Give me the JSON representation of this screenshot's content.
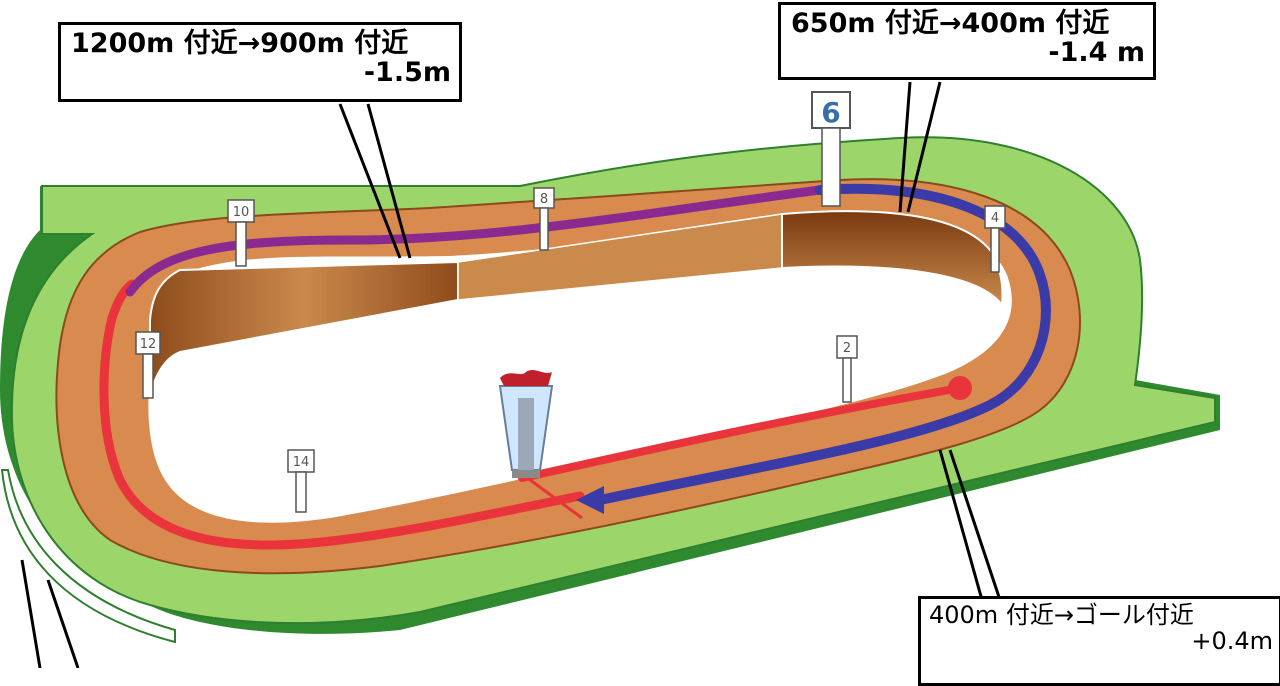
{
  "callouts": {
    "upper_left": {
      "line1": "1200m 付近→900m 付近",
      "line2": "-1.5m"
    },
    "upper_right": {
      "line1": "650m 付近→400m 付近",
      "line2": "-1.4 m"
    },
    "lower_right": {
      "line1": "400m 付近→ゴール付近",
      "line2": "+0.4m"
    }
  },
  "furlong_markers": {
    "m2": "2",
    "m4": "4",
    "m6": "6",
    "m8": "8",
    "m10": "10",
    "m12": "12",
    "m14": "14"
  },
  "colors": {
    "turf": "#9cd66b",
    "turf_outer": "#2f8a2f",
    "dirt": "#d98a4e",
    "inner_wall": "#8b4513",
    "section_red": "#e8343a",
    "section_purple": "#8a2a90",
    "section_blue": "#3a3aa8"
  }
}
